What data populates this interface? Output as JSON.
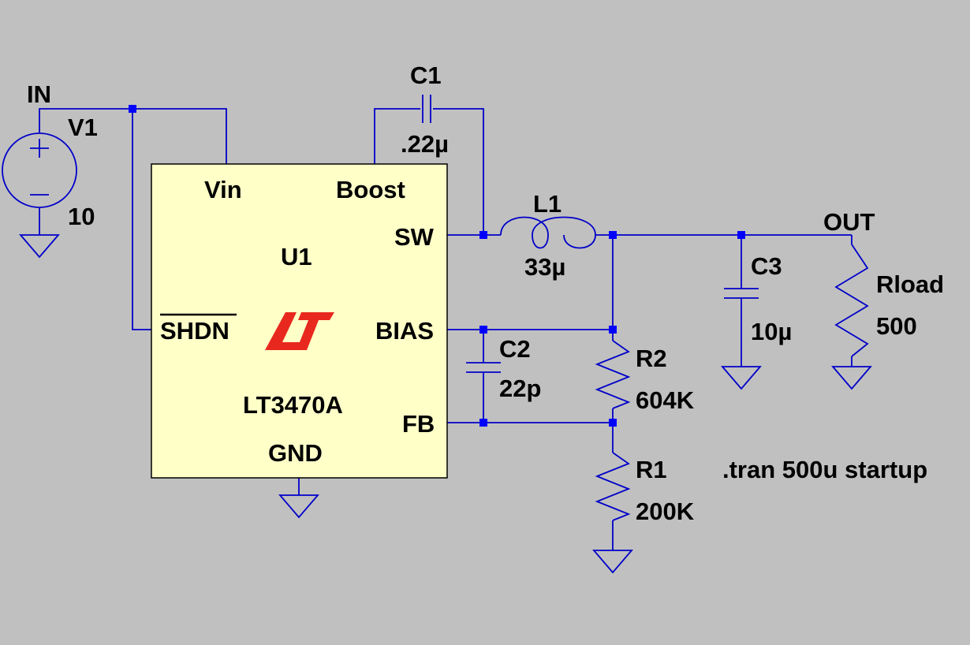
{
  "schematic": {
    "colors": {
      "background": "#c0c0c0",
      "wire": "#0000c8",
      "junction": "#0000ff",
      "ic_fill": "#ffffc8",
      "logo": "#e8281e",
      "text": "#000000"
    },
    "nets": {
      "in": "IN",
      "out": "OUT"
    },
    "v1": {
      "name": "V1",
      "value": "10"
    },
    "u1": {
      "name": "U1",
      "part": "LT3470A",
      "logo_icon": "lt-logo-icon",
      "pins": {
        "vin": "Vin",
        "boost": "Boost",
        "sw": "SW",
        "shdn": "SHDN",
        "bias": "BIAS",
        "fb": "FB",
        "gnd": "GND"
      }
    },
    "c1": {
      "name": "C1",
      "value": ".22µ"
    },
    "l1": {
      "name": "L1",
      "value": "33µ"
    },
    "c2": {
      "name": "C2",
      "value": "22p"
    },
    "c3": {
      "name": "C3",
      "value": "10µ"
    },
    "r2": {
      "name": "R2",
      "value": "604K"
    },
    "r1": {
      "name": "R1",
      "value": "200K"
    },
    "rload": {
      "name": "Rload",
      "value": "500"
    },
    "directive": ".tran 500u startup"
  }
}
